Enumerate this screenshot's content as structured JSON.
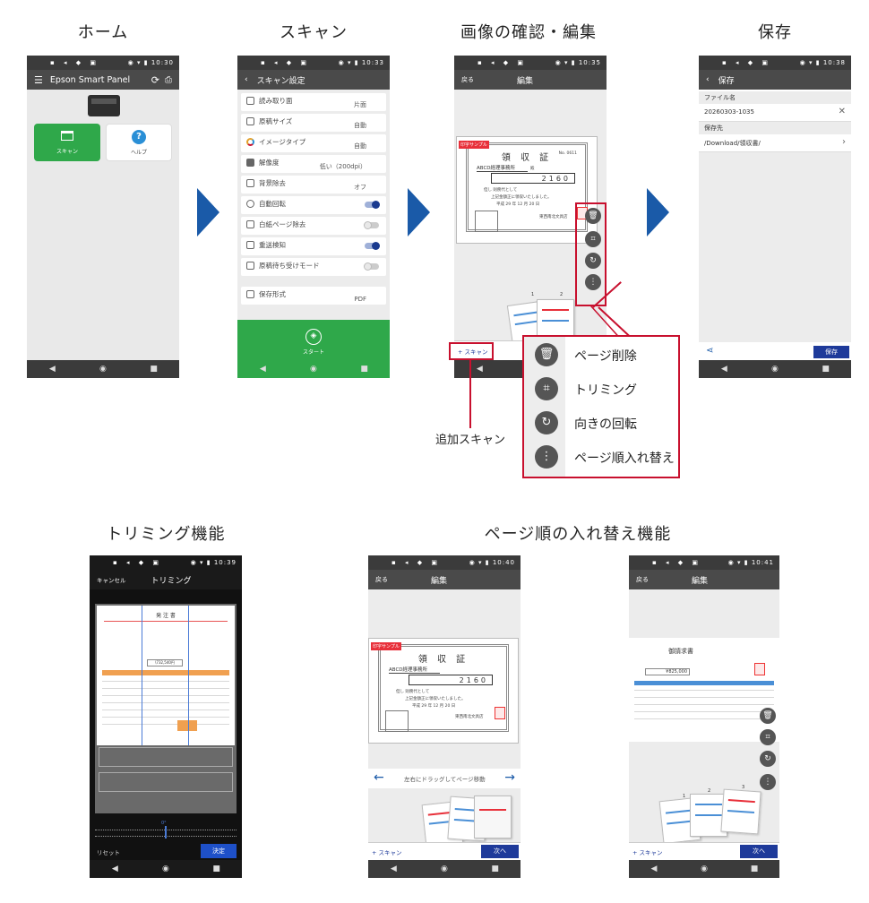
{
  "headings": {
    "home": "ホーム",
    "scan": "スキャン",
    "edit": "画像の確認・編集",
    "save": "保存",
    "trim": "トリミング機能",
    "reorder": "ページ順の入れ替え機能"
  },
  "status": {
    "home_time": "10:30",
    "scan_time": "10:33",
    "edit_time": "10:35",
    "save_time": "10:38",
    "trim_time": "10:39",
    "reorder1_time": "10:40",
    "reorder2_time": "10:41"
  },
  "home": {
    "app_title": "Epson Smart Panel",
    "scan_button": "スキャン",
    "help_button": "ヘルプ"
  },
  "scan": {
    "title": "スキャン設定",
    "settings": [
      {
        "label": "読み取り面",
        "value": "片面"
      },
      {
        "label": "原稿サイズ",
        "value": "自動"
      },
      {
        "label": "イメージタイプ",
        "value": "自動"
      },
      {
        "label": "解像度",
        "value": "低い（200dpi）"
      },
      {
        "label": "背景除去",
        "value": "オフ"
      },
      {
        "label": "自動回転",
        "value": ""
      },
      {
        "label": "白紙ページ除去",
        "value": ""
      },
      {
        "label": "重送検知",
        "value": ""
      },
      {
        "label": "原稿待ち受けモード",
        "value": ""
      },
      {
        "label": "保存形式",
        "value": "PDF"
      }
    ],
    "start_button": "スタート"
  },
  "edit": {
    "back": "戻る",
    "title": "編集",
    "add_scan": "+ スキャン",
    "add_scan_callout": "追加スキャン",
    "receipt": {
      "tag": "印字サンプル",
      "title": "領 収 証",
      "number": "No. 0611",
      "recipient": "ABCD経理事務所",
      "honorific": "殿",
      "amount": "2160",
      "note": "但し 則務代として",
      "received": "上記金額正に領収いたしました。",
      "date": "平成 29 年 12 月 20 日",
      "issuer": "東西南北文具店"
    },
    "menu": [
      {
        "label": "ページ削除",
        "icon": "trash-icon"
      },
      {
        "label": "トリミング",
        "icon": "crop-icon"
      },
      {
        "label": "向きの回転",
        "icon": "rotate-icon"
      },
      {
        "label": "ページ順入れ替え",
        "icon": "more-vertical-icon"
      }
    ],
    "thumb_numbers": [
      "1",
      "2"
    ]
  },
  "save": {
    "title": "保存",
    "filename_label": "ファイル名",
    "filename": "20260303-1035",
    "dest_label": "保存先",
    "dest": "/Download/領収書/",
    "save_button": "保存"
  },
  "trim": {
    "cancel": "キャンセル",
    "title": "トリミング",
    "doc_title": "発 注 書",
    "amount": "\\732,540円",
    "reset": "リセット",
    "confirm": "決定",
    "angle": "0°"
  },
  "reorder1": {
    "back": "戻る",
    "title": "編集",
    "hint": "左右にドラッグしてページ移動",
    "add_scan": "+ スキャン",
    "next": "次へ"
  },
  "reorder2": {
    "back": "戻る",
    "title": "編集",
    "doc_title": "御請求書",
    "amount": "¥825,000",
    "add_scan": "+ スキャン",
    "next": "次へ",
    "thumb_numbers": [
      "1",
      "2",
      "3"
    ]
  },
  "colors": {
    "accent_blue": "#1a5aa8",
    "red": "#c8102e",
    "green": "#2fa84a",
    "dark_bar": "#3b3b3b"
  }
}
